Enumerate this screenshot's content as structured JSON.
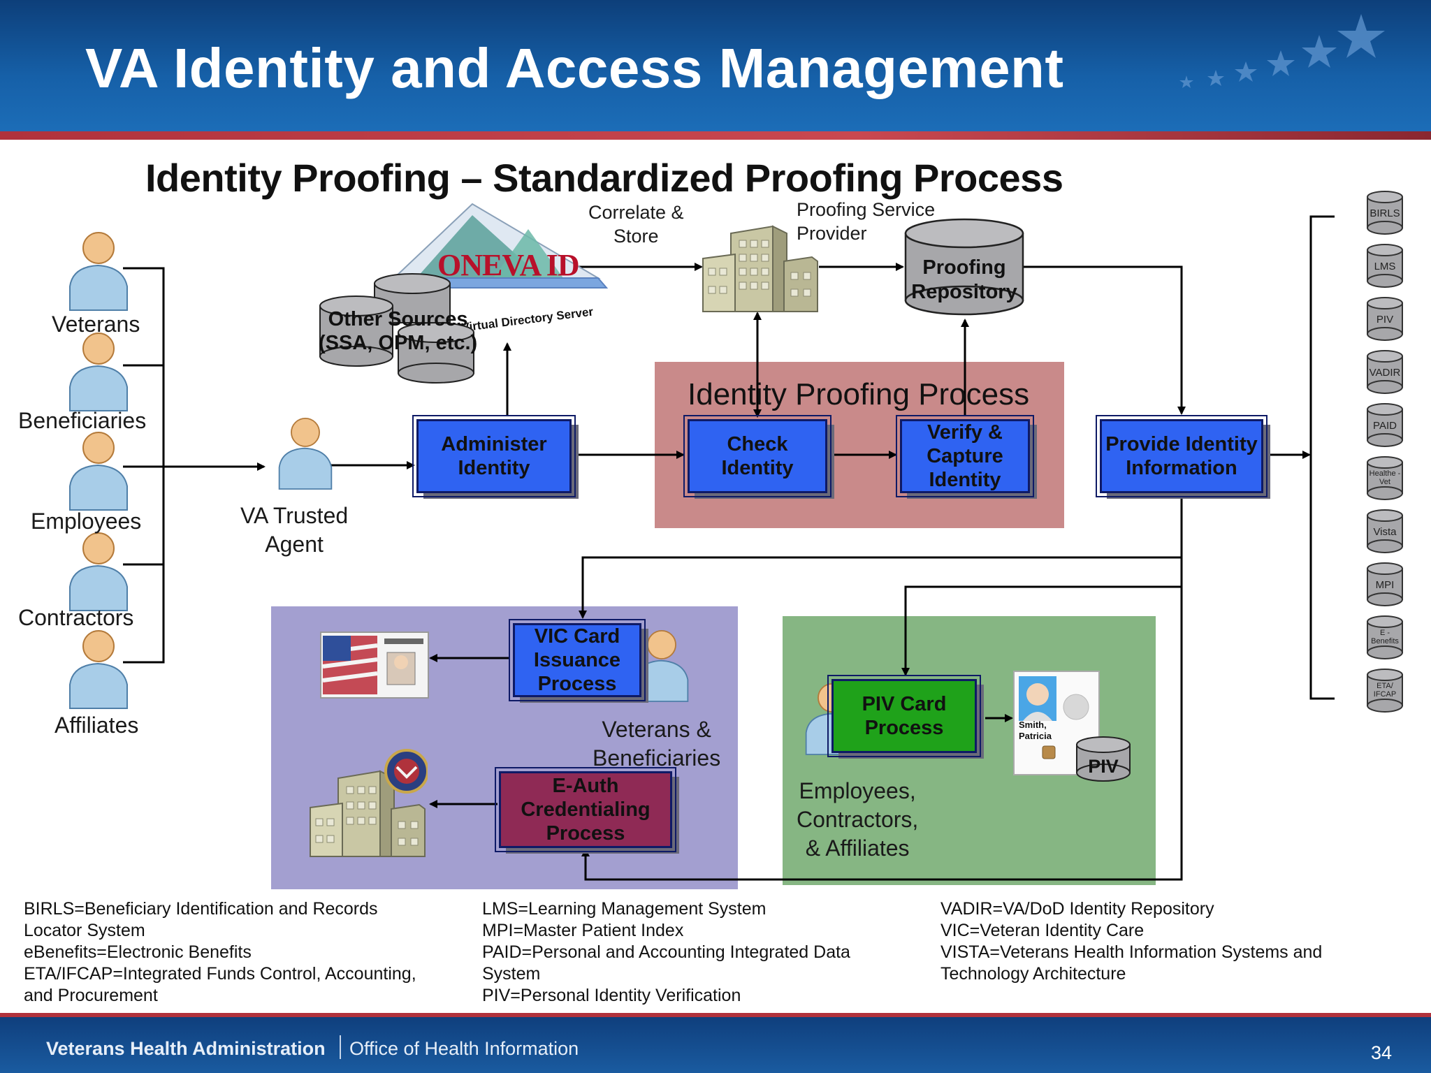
{
  "header": {
    "title": "VA Identity and Access Management"
  },
  "subtitle": "Identity Proofing – Standardized Proofing Process",
  "actors": {
    "veterans": "Veterans",
    "beneficiaries": "Beneficiaries",
    "employees": "Employees",
    "contractors": "Contractors",
    "affiliates": "Affiliates",
    "trusted_agent_l1": "VA Trusted",
    "trusted_agent_l2": "Agent"
  },
  "top": {
    "correlate_l1": "Correlate &",
    "correlate_l2": "Store",
    "psp_l1": "Proofing Service",
    "psp_l2": "Provider",
    "repository_l1": "Proofing",
    "repository_l2": "Repository",
    "other_sources_l1": "Other Sources",
    "other_sources_l2": "(SSA, OPM, etc.)",
    "onevaid": "ONEVA ID",
    "virtual_directory": "Virtual Directory Server"
  },
  "process": {
    "region_title": "Identity Proofing Process",
    "administer": "Administer Identity",
    "check": "Check Identity",
    "verify": "Verify & Capture Identity",
    "provide": "Provide Identity Information"
  },
  "vic": {
    "box": "VIC Card Issuance Process",
    "eauth": "E-Auth Credentialing Process",
    "group_l1": "Veterans &",
    "group_l2": "Beneficiaries"
  },
  "piv": {
    "box": "PIV Card Process",
    "card_name_l1": "Smith,",
    "card_name_l2": "Patricia",
    "db": "PIV",
    "group_l1": "Employees,",
    "group_l2": "Contractors,",
    "group_l3": "& Affiliates"
  },
  "systems": [
    {
      "label": "BIRLS"
    },
    {
      "label": "LMS"
    },
    {
      "label": "PIV"
    },
    {
      "label": "VADIR"
    },
    {
      "label": "PAID"
    },
    {
      "label": "Healthe -Vet"
    },
    {
      "label": "Vista"
    },
    {
      "label": "MPI"
    },
    {
      "label": "E - Benefits"
    },
    {
      "label": "ETA/ IFCAP"
    }
  ],
  "legend": {
    "col1": [
      "BIRLS=Beneficiary Identification and Records",
      "Locator System",
      "eBenefits=Electronic Benefits",
      "ETA/IFCAP=Integrated Funds Control, Accounting,",
      "and Procurement"
    ],
    "col2": [
      "LMS=Learning Management System",
      "MPI=Master Patient Index",
      "PAID=Personal and Accounting Integrated Data",
      "System",
      "PIV=Personal Identity Verification"
    ],
    "col3": [
      "VADIR=VA/DoD Identity Repository",
      "VIC=Veteran Identity Care",
      "VISTA=Veterans Health Information Systems and",
      "Technology Architecture"
    ]
  },
  "footer": {
    "org": "Veterans Health Administration",
    "office": "Office of Health Information",
    "page": "34"
  },
  "colors": {
    "process_blue": "#2f63f2",
    "piv_green": "#1fa21a",
    "eauth_maroon": "#8f2a55",
    "process_region": "#c98a8a",
    "vic_region": "#a39fd0",
    "piv_region": "#86b683"
  }
}
